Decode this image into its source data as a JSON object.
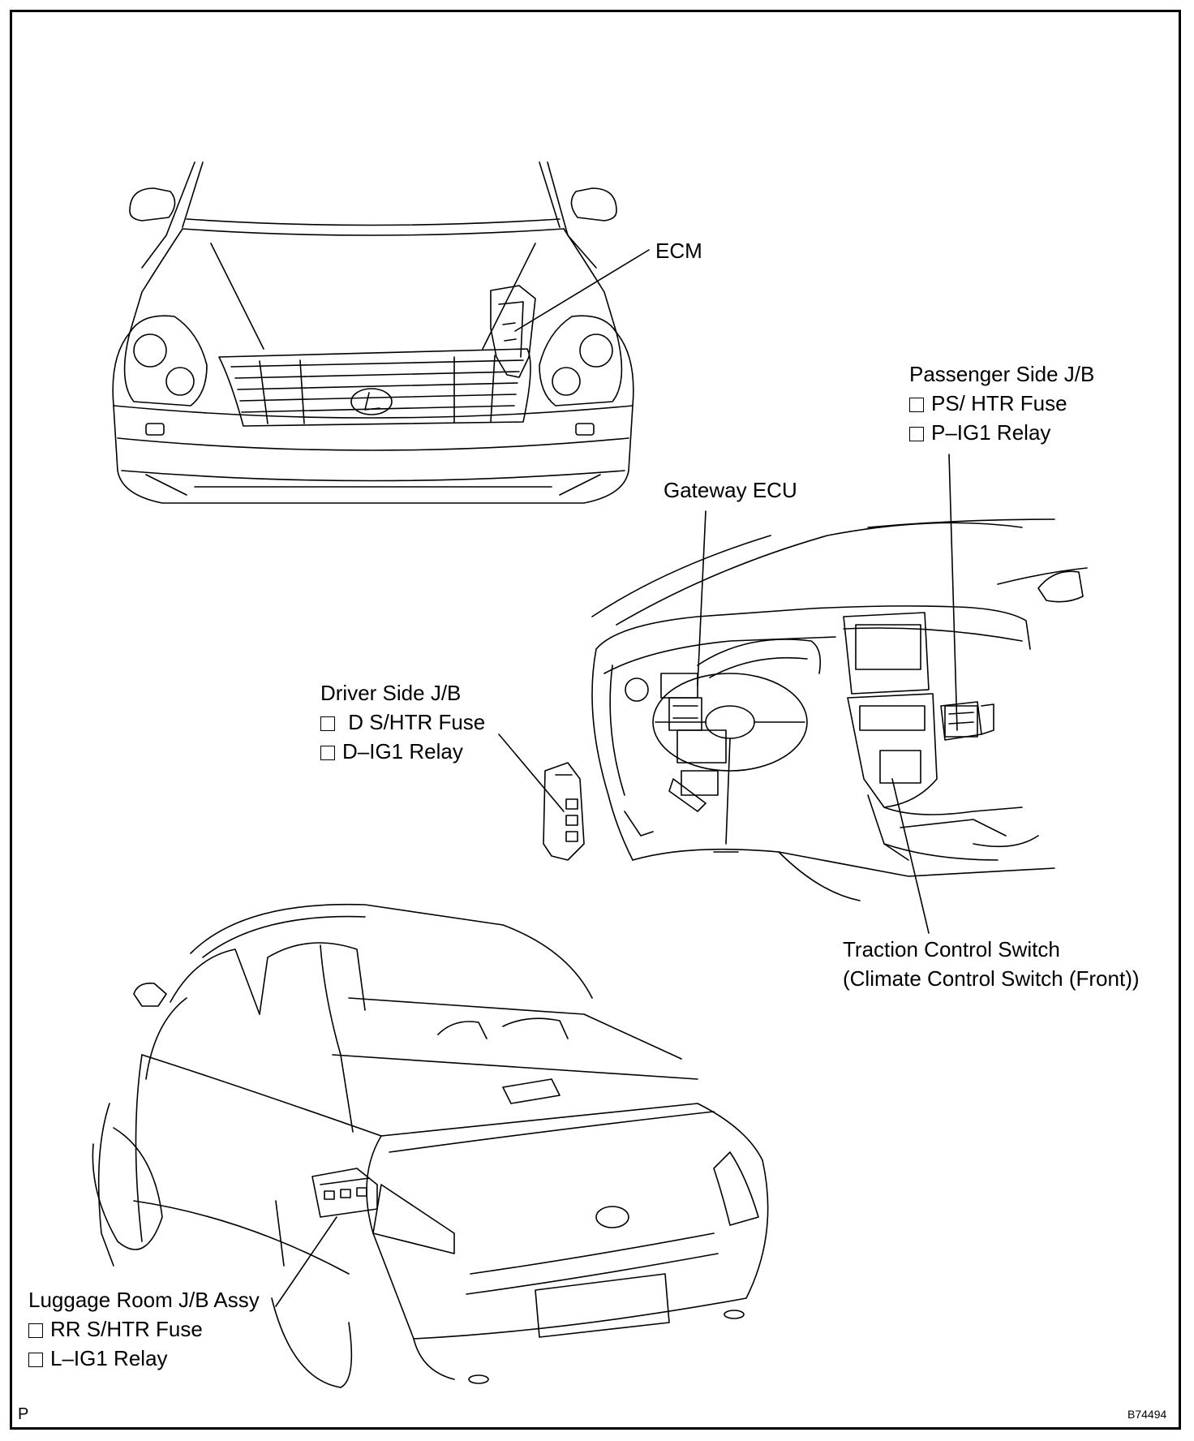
{
  "diagram": {
    "labels": {
      "ecm": "ECM",
      "passenger_jb": {
        "title": "Passenger Side J/B",
        "items": [
          "PS/ HTR Fuse",
          "P–IG1 Relay"
        ]
      },
      "gateway_ecu": "Gateway ECU",
      "driver_jb": {
        "title": "Driver Side J/B",
        "items": [
          "D S/HTR Fuse",
          "D–IG1 Relay"
        ]
      },
      "traction_switch": {
        "line1": "Traction Control Switch",
        "line2": "(Climate Control Switch (Front))"
      },
      "luggage_jb": {
        "title": "Luggage Room J/B Assy",
        "items": [
          "RR S/HTR Fuse",
          "L–IG1 Relay"
        ]
      }
    },
    "corner_mark": "P",
    "figure_code": "B74494",
    "icons": [
      "checkbox-icon"
    ],
    "stroke_color": "#000000"
  }
}
